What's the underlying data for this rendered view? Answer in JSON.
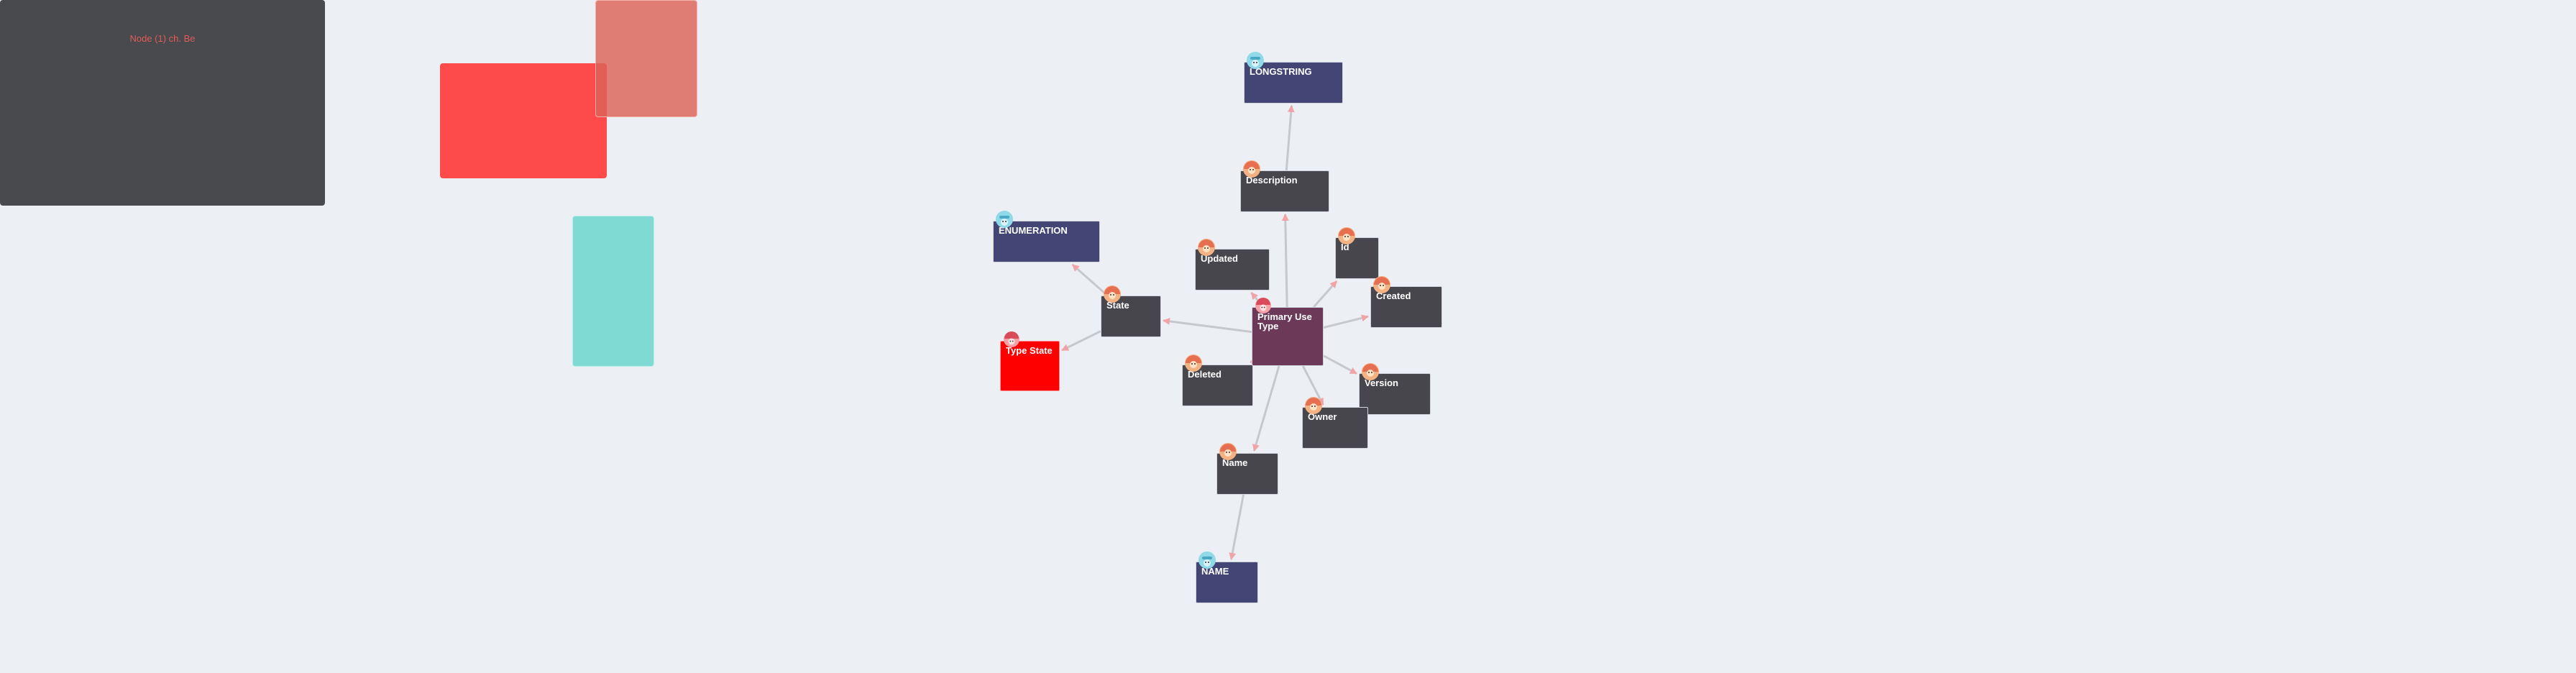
{
  "panel_caption": "Node (1) ch. Be",
  "colors": {
    "background": "#eceff4",
    "field_node": "#47464c",
    "type_node": "#434674",
    "entity_node": "#6c3a58",
    "highlight_node": "#fe0000",
    "edge": "#c6c8cd",
    "arrow": "#f2a3a7",
    "dark_panel": "#484a4d",
    "red_rect": "#fd4b4c",
    "salmon_rect": "#dc6458",
    "teal_rect": "#7fdad3"
  },
  "nodes": {
    "primary": {
      "label": "Primary Use Type",
      "icon": "entity-icon"
    },
    "longstring": {
      "label": "LONGSTRING",
      "icon": "type-icon"
    },
    "description": {
      "label": "Description",
      "icon": "field-icon"
    },
    "id": {
      "label": "Id",
      "icon": "field-icon"
    },
    "created": {
      "label": "Created",
      "icon": "field-icon"
    },
    "updated": {
      "label": "Updated",
      "icon": "field-icon"
    },
    "enumeration": {
      "label": "ENUMERATION",
      "icon": "type-icon"
    },
    "state": {
      "label": "State",
      "icon": "field-icon"
    },
    "type_state": {
      "label": "Type State",
      "icon": "entity-icon"
    },
    "deleted": {
      "label": "Deleted",
      "icon": "field-icon"
    },
    "version": {
      "label": "Version",
      "icon": "field-icon"
    },
    "owner": {
      "label": "Owner",
      "icon": "field-icon"
    },
    "name": {
      "label": "Name",
      "icon": "field-icon"
    },
    "name_type": {
      "label": "NAME",
      "icon": "type-icon"
    }
  },
  "edges": [
    [
      "primary",
      "description"
    ],
    [
      "description",
      "longstring"
    ],
    [
      "primary",
      "id"
    ],
    [
      "primary",
      "created"
    ],
    [
      "primary",
      "updated"
    ],
    [
      "primary",
      "state"
    ],
    [
      "state",
      "enumeration"
    ],
    [
      "state",
      "type_state"
    ],
    [
      "primary",
      "deleted"
    ],
    [
      "primary",
      "version"
    ],
    [
      "primary",
      "owner"
    ],
    [
      "primary",
      "name"
    ],
    [
      "name",
      "name_type"
    ]
  ]
}
